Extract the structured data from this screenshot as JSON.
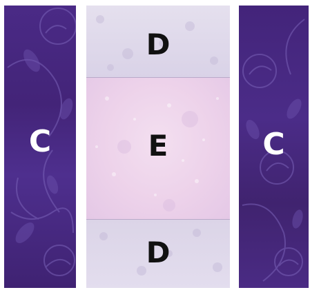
{
  "panels": {
    "left": {
      "label": "C"
    },
    "top": {
      "label": "D"
    },
    "middle": {
      "label": "E"
    },
    "bottom": {
      "label": "D"
    },
    "right": {
      "label": "C"
    }
  },
  "colors": {
    "purple": "#482a82",
    "lavender": "#ddd6e9",
    "pink": "#efd7ec",
    "label_on_dark": "#ffffff",
    "label_on_light": "#111111"
  }
}
